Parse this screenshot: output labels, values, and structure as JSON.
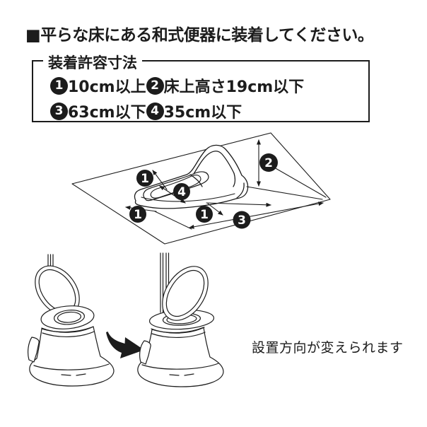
{
  "page": {
    "background": "#ffffff",
    "ink": "#1c1c1c"
  },
  "header": {
    "title": "■平らな床にある和式便器に装着してください。"
  },
  "spec_box": {
    "title": "装着許容寸法",
    "line1": [
      {
        "badge": "1"
      },
      {
        "text": "10cm以上"
      },
      {
        "badge": "2"
      },
      {
        "text": "床上高さ19cm以下"
      }
    ],
    "line2": [
      {
        "badge": "3"
      },
      {
        "text": "63cm以下"
      },
      {
        "badge": "4"
      },
      {
        "text": "35cm以下"
      }
    ]
  },
  "diagram": {
    "markers": [
      {
        "label": "1"
      },
      {
        "label": "1"
      },
      {
        "label": "1"
      },
      {
        "label": "2"
      },
      {
        "label": "3"
      },
      {
        "label": "4"
      }
    ]
  },
  "bottom": {
    "caption": "設置方向が変えられます"
  }
}
